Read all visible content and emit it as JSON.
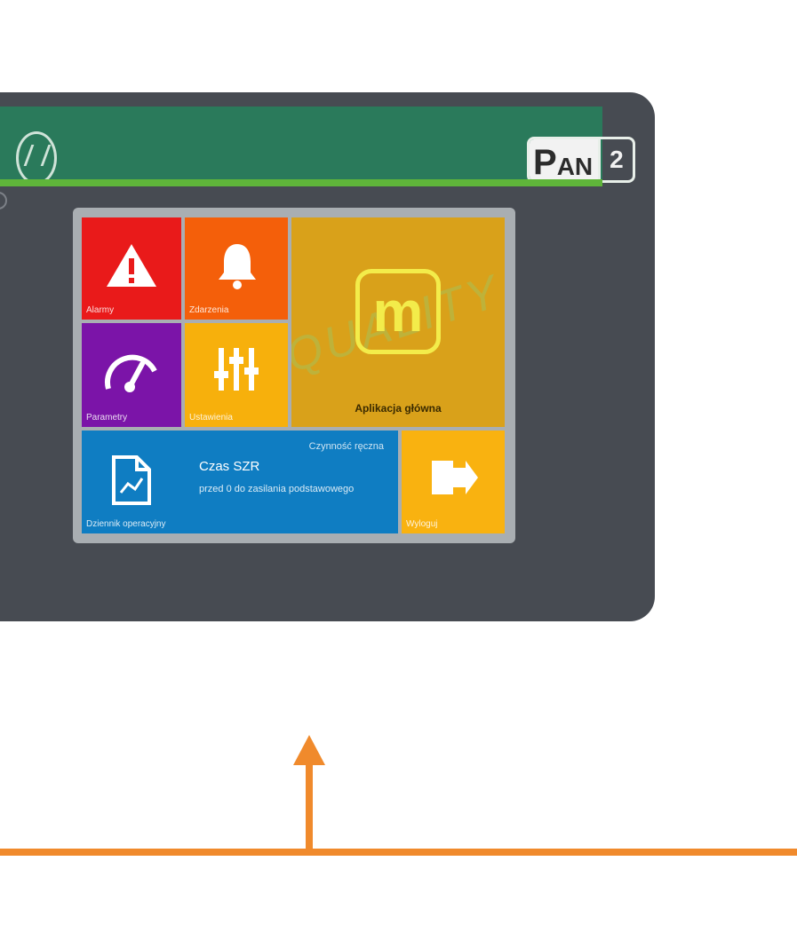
{
  "device": {
    "badge": {
      "brand_big": "P",
      "brand_small": "AN",
      "number": "2"
    },
    "screen": {
      "tiles": {
        "alarm": {
          "label": "Alarmy"
        },
        "events": {
          "label": "Zdarzenia"
        },
        "app": {
          "label": "Aplikacja główna",
          "watermark": "QUALITY"
        },
        "params": {
          "label": "Parametry"
        },
        "settings": {
          "label": "Ustawienia"
        },
        "report": {
          "label": "Dziennik operacyjny",
          "corner": "Czynność ręczna",
          "title": "Czas SZR",
          "subtitle": "przed 0 do zasilania podstawowego"
        },
        "logout": {
          "label": "Wyloguj"
        }
      }
    }
  },
  "connector": {
    "color": "#f08a2c"
  },
  "colors": {
    "device_body": "#474b52",
    "topbar": "#2a7a5b",
    "topbar_accent": "#5fb53a",
    "alarm": "#e91a1a",
    "events": "#f45f0a",
    "app": "#d9a11a",
    "params": "#7b14a8",
    "settings": "#f7b00c",
    "report": "#0f7dc2",
    "logout": "#f9b210"
  }
}
